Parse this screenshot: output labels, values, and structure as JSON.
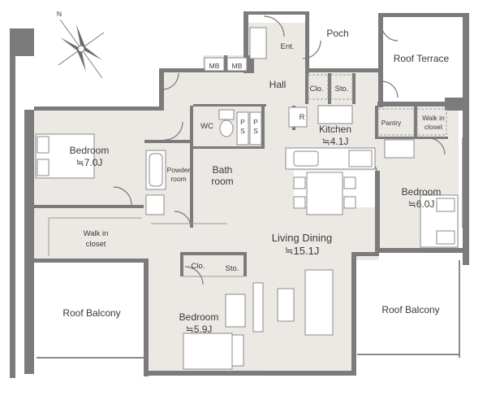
{
  "rooms": {
    "poch": "Poch",
    "entrance": "Ent.",
    "roof_terrace": "Roof Terrace",
    "mb_left": "MB",
    "mb_right": "MB",
    "hall": "Hall",
    "closet_hall": "Clo.",
    "storage_hall": "Sto.",
    "refrigerator": "R",
    "kitchen_name": "Kitchen",
    "kitchen_size": "≒4.1J",
    "pantry": "Pantry",
    "walkin_right_l1": "Walk in",
    "walkin_right_l2": "closet",
    "wc": "WC",
    "ps1_l1": "P",
    "ps1_l2": "S",
    "ps2_l1": "P",
    "ps2_l2": "S",
    "bedroom_left_name": "Bedroom",
    "bedroom_left_size": "≒7.0J",
    "powder_l1": "Powder",
    "powder_l2": "room",
    "bath_l1": "Bath",
    "bath_l2": "room",
    "bedroom_right_name": "Bedroom",
    "bedroom_right_size": "≒6.0J",
    "walkin_left_l1": "Walk in",
    "walkin_left_l2": "closet",
    "living_name": "Living Dining",
    "living_size": "≒15.1J",
    "closet_bed": "Clo.",
    "storage_bed": "Sto.",
    "roof_balcony_left": "Roof Balcony",
    "roof_balcony_right": "Roof Balcony",
    "bedroom_bottom_name": "Bedroom",
    "bedroom_bottom_size": "≒5.9J"
  },
  "icons": [
    "compass-icon"
  ],
  "colors": {
    "wall": "#7b7b7b",
    "floor": "#ece9e4",
    "exterior": "#ffffff",
    "text": "#3a3a3a"
  }
}
